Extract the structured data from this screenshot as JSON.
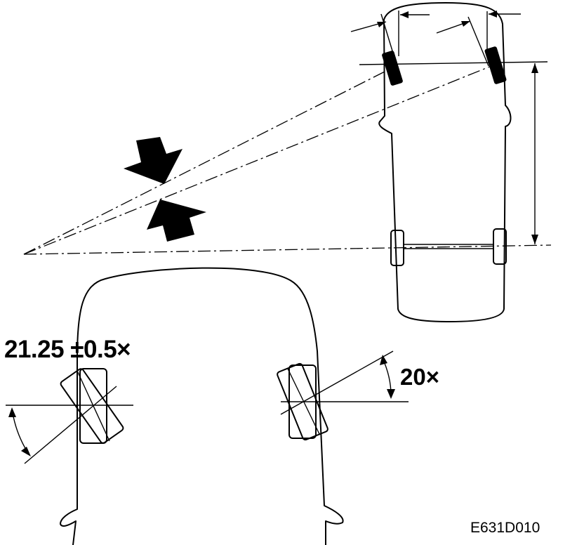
{
  "labels": {
    "large_angle": "21.25 ±0.5×",
    "small_angle": "20×",
    "figure_code": "E631D010"
  },
  "icons": [
    "arrow-pair-icon",
    "car-outline-top-view",
    "car-front-outline"
  ],
  "colors": {
    "line": "#000000",
    "background": "#ffffff"
  }
}
